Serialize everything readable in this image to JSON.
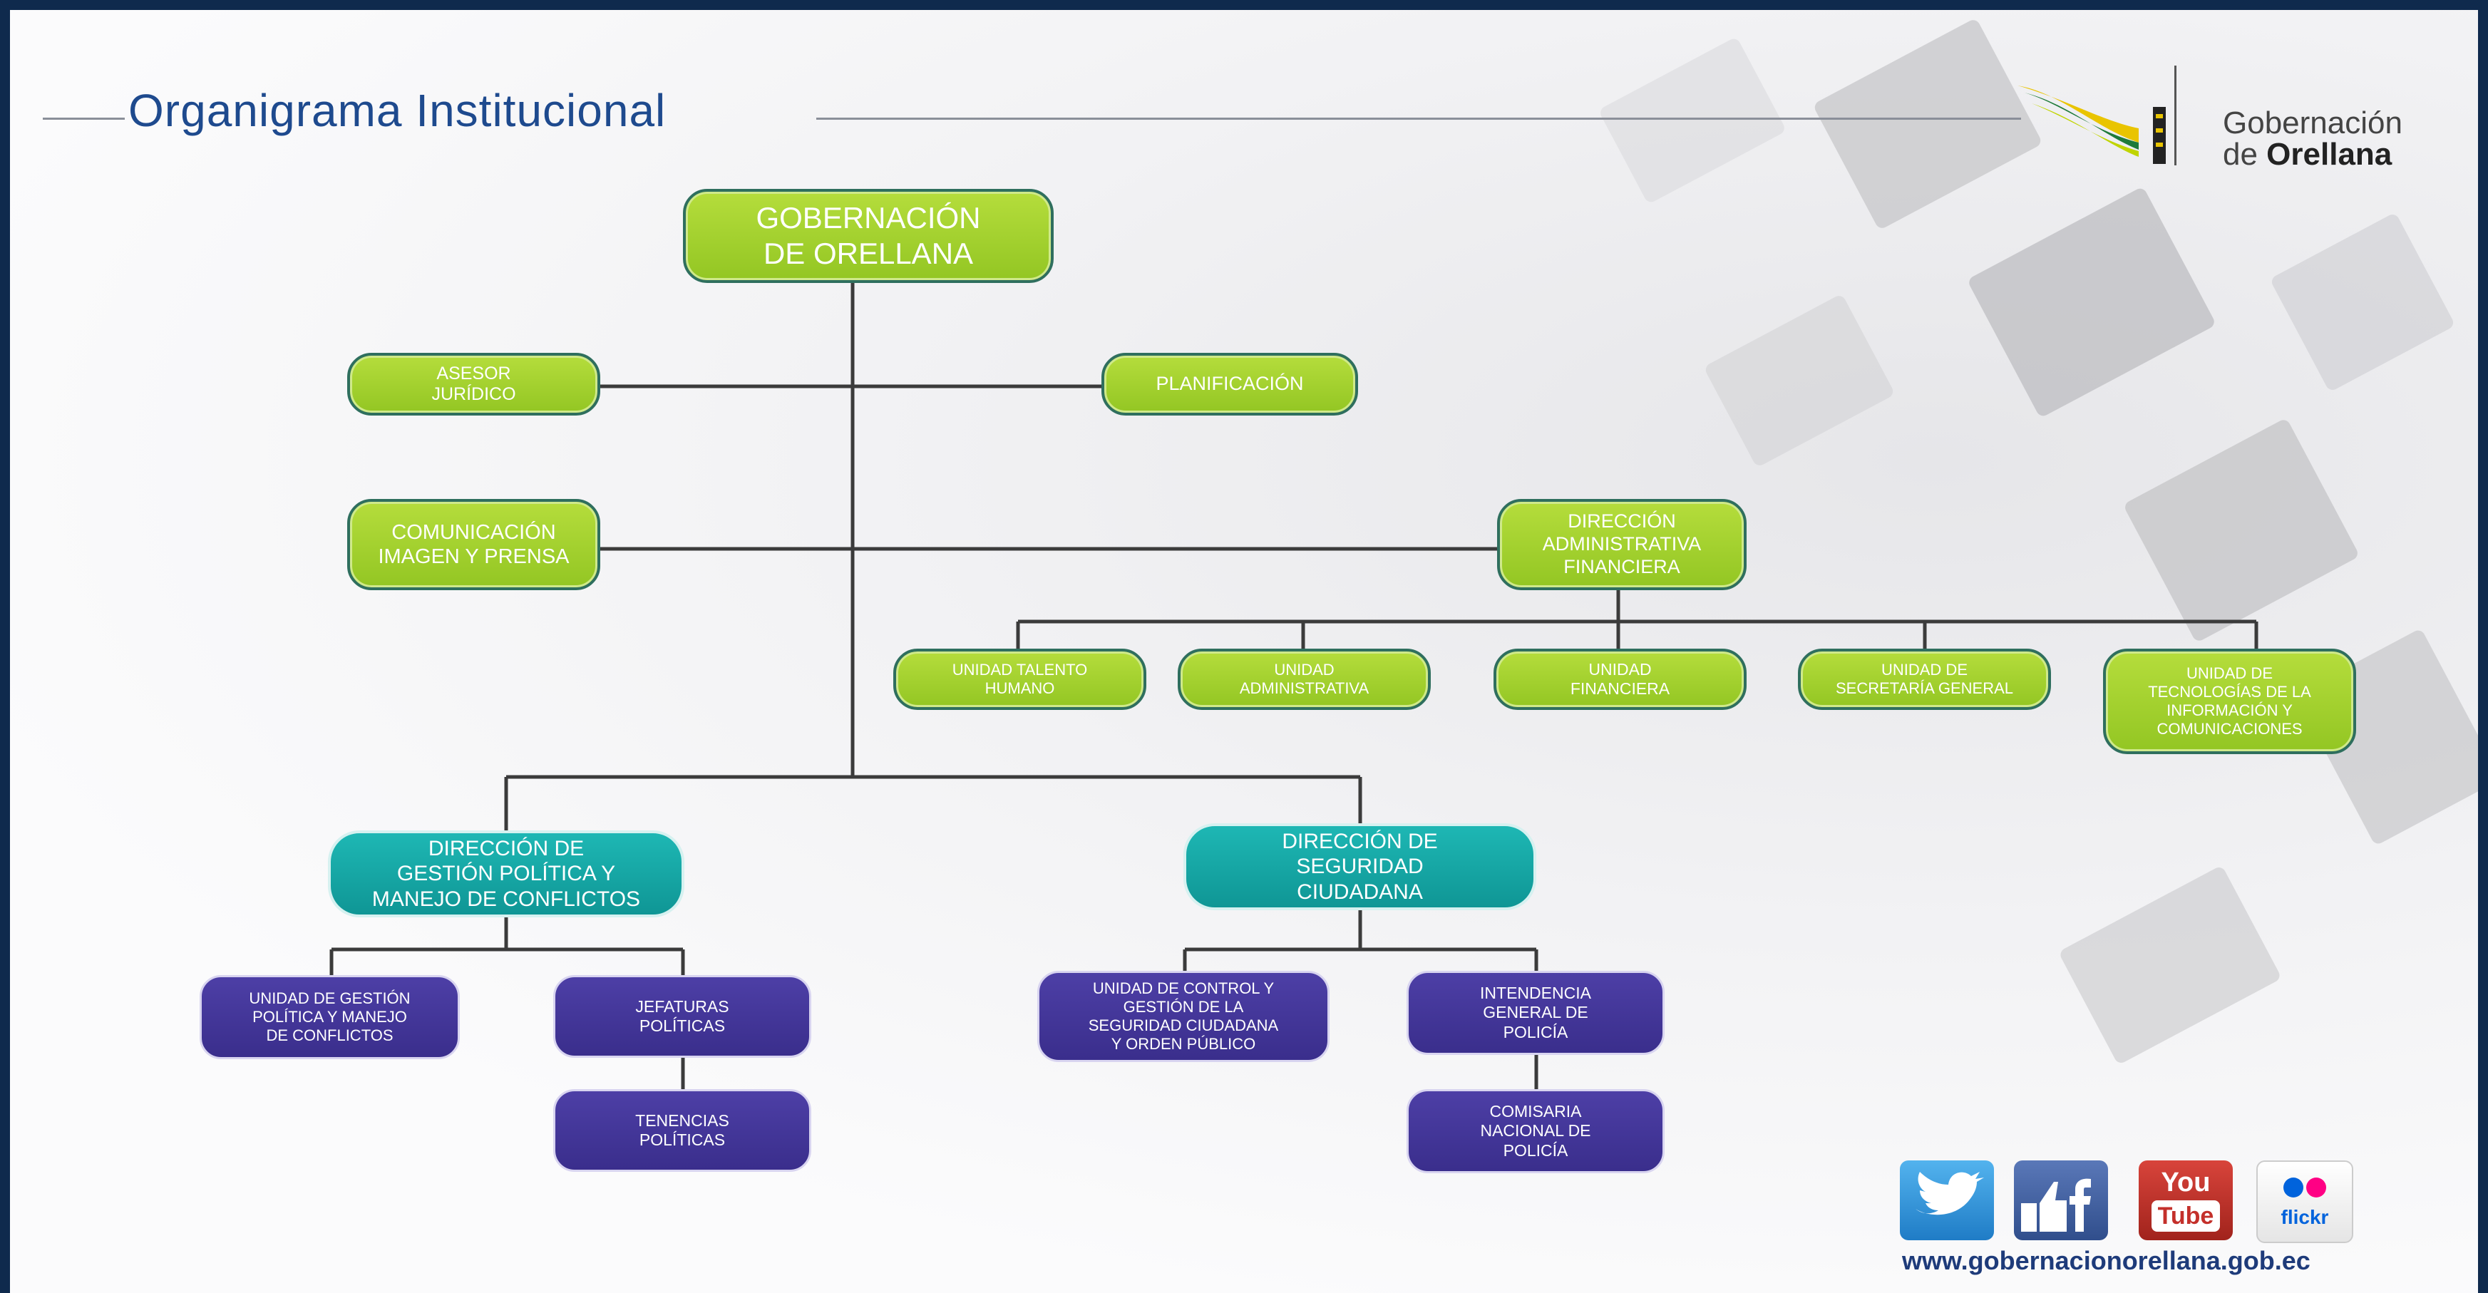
{
  "header": {
    "title": "Organigrama Institucional",
    "logo_line1": "Gobernación",
    "logo_line2_prefix": "de ",
    "logo_line2_bold": "Orellana"
  },
  "colors": {
    "green_box": "#a3d12f",
    "teal_box": "#13a6a4",
    "purple_box": "#3f3497",
    "title_blue": "#1e4a8e",
    "connector": "#3b3b3b"
  },
  "nodes": {
    "root": "GOBERNACIÓN\nDE ORELLANA",
    "asesor": "ASESOR\nJURÍDICO",
    "planificacion": "PLANIFICACIÓN",
    "comunicacion": "COMUNICACIÓN\nIMAGEN Y PRENSA",
    "dir_admin": "DIRECCIÓN\nADMINISTRATIVA\nFINANCIERA",
    "u_talento": "UNIDAD TALENTO\nHUMANO",
    "u_administrativa": "UNIDAD\nADMINISTRATIVA",
    "u_financiera": "UNIDAD\nFINANCIERA",
    "u_secretaria": "UNIDAD DE\nSECRETARÍA GENERAL",
    "u_tecnologias": "UNIDAD DE\nTECNOLOGÍAS DE LA\nINFORMACIÓN Y\nCOMUNICACIONES",
    "dir_gestion": "DIRECCIÓN DE\nGESTIÓN POLÍTICA Y\nMANEJO DE CONFLICTOS",
    "dir_seguridad": "DIRECCIÓN DE\nSEGURIDAD\nCIUDADANA",
    "u_gestion_politica": "UNIDAD DE GESTIÓN\nPOLÍTICA Y MANEJO\nDE CONFLICTOS",
    "jefaturas": "JEFATURAS\nPOLÍTICAS",
    "tenencias": "TENENCIAS\nPOLÍTICAS",
    "u_control": "UNIDAD DE CONTROL Y\nGESTIÓN DE LA\nSEGURIDAD CIUDADANA\nY ORDEN PÚBLICO",
    "intendencia": "INTENDENCIA\nGENERAL DE\nPOLICÍA",
    "comisaria": "COMISARIA\nNACIONAL DE\nPOLICÍA"
  },
  "footer": {
    "url": "www.gobernacionorellana.gob.ec",
    "social": [
      {
        "name": "twitter-icon",
        "color": "#2f8fd6"
      },
      {
        "name": "facebook-icon",
        "color": "#3b5998"
      },
      {
        "name": "youtube-icon",
        "color": "#c4302b",
        "text1": "You",
        "text2": "Tube"
      },
      {
        "name": "flickr-icon",
        "color": "#ffffff",
        "text": "flickr"
      }
    ]
  }
}
